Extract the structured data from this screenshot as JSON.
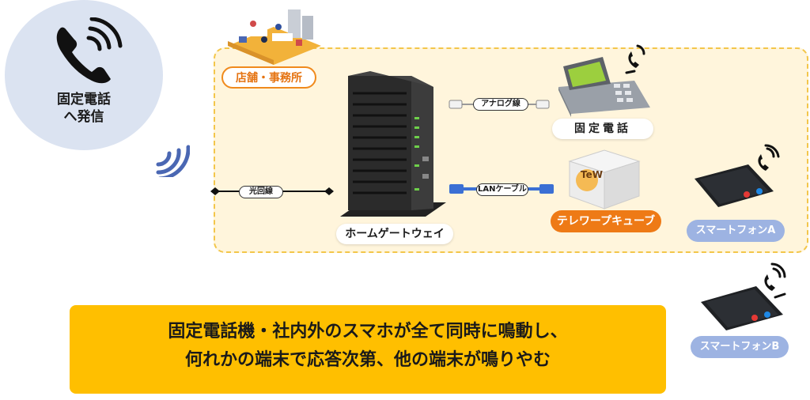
{
  "call_bubble": {
    "line1": "固定電話",
    "line2": "へ発信",
    "icon": "phone-ringing-icon"
  },
  "office": {
    "badge": "店舗・事務所"
  },
  "cables": {
    "fiber": "光回線",
    "analog": "アナログ線",
    "lan": "LANケーブル"
  },
  "devices": {
    "gateway": "ホームゲートウェイ",
    "landline": "固定電話",
    "cube": "テレワープキューブ",
    "cube_logo": "TeW",
    "smartphone_a": "スマートフォンA",
    "smartphone_b": "スマートフォンB"
  },
  "message": {
    "line1": "固定電話機・社内外のスマホが全て同時に鳴動し、",
    "line2": "何れかの端末で応答次第、他の端末が鳴りやむ"
  },
  "colors": {
    "zone_bg": "#fff5dc",
    "zone_border": "#f3c64a",
    "orange": "#ee7a16",
    "blue_pill": "#9db3e2",
    "message_bg": "#ffbf00",
    "bubble": "#dbe3f1"
  }
}
